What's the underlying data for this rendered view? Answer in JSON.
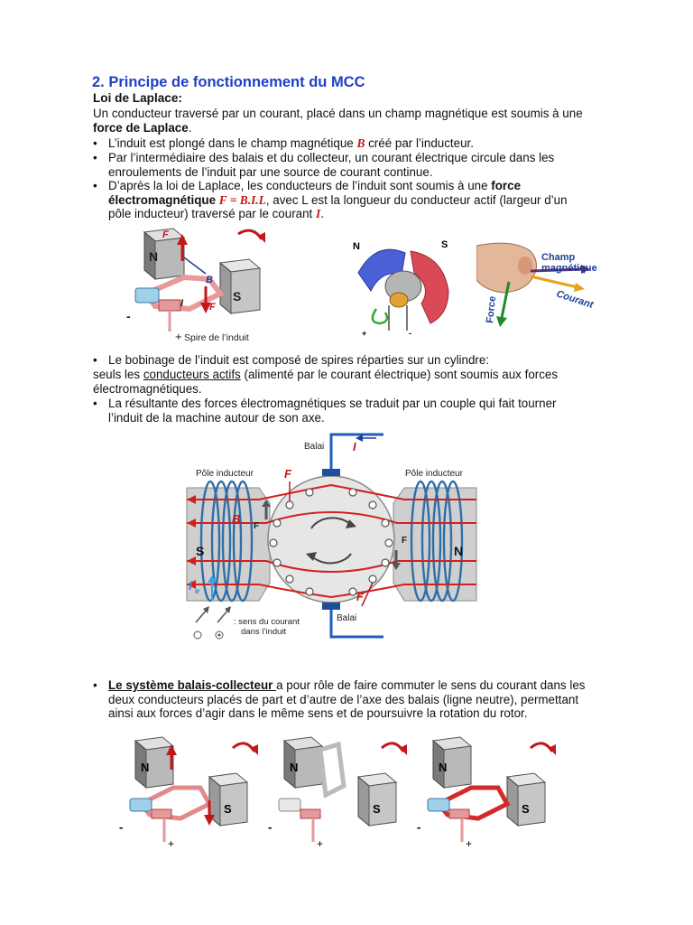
{
  "section_title": "2. Principe de fonctionnement du MCC",
  "laplace": {
    "heading": "Loi de Laplace:",
    "intro_1": "Un conducteur traversé par un courant, placé dans un champ magnétique est soumis à une",
    "intro_2_bold": "force de Laplace",
    "intro_2_end": "."
  },
  "bullets_1": [
    {
      "a": "L’induit est plongé dans le champ magnétique ",
      "sym": "B",
      "b": " créé par l’inducteur."
    },
    {
      "line1": "Par l’intermédiaire des balais et du collecteur, un courant électrique circule dans les",
      "line2": "enroulements de l’induit par une source de courant continue."
    }
  ],
  "bullet_3": {
    "l1a": "D’après la loi de Laplace, les conducteurs de l’induit sont soumis à une ",
    "l1b": "force",
    "l2a": "électromagnétique ",
    "formula": "F = B.I.L",
    "l2b": ", avec L est la longueur du conducteur actif (largeur d’un",
    "l3a": "pôle inducteur) traversé par le courant ",
    "l3sym": "I",
    "l3b": "."
  },
  "figure1": {
    "label_N": "N",
    "label_S": "S",
    "label_F": "F",
    "label_B": "B",
    "label_I": "I",
    "minus": "-",
    "plus": "+",
    "spire": "Spire de l’induit"
  },
  "figure2": {
    "label_N": "N",
    "label_S": "S",
    "plus": "+",
    "minus": "-"
  },
  "figure3": {
    "champ_1": "Champ",
    "champ_2": "magnétique",
    "courant": "Courant",
    "force": "Force"
  },
  "bobinage": {
    "l1": "Le bobinage de l’induit est composé de spires réparties sur un cylindre:",
    "l2a": "seuls les ",
    "l2u": "conducteurs actifs",
    "l2b": " (alimenté par le courant électrique) sont soumis aux forces",
    "l3": "électromagnétiques.",
    "l4": "La résultante des forces électromagnétiques se traduit par un couple qui fait tourner",
    "l5": "l’induit de la machine autour de son axe."
  },
  "figure4": {
    "balai_top": "Balai",
    "balai_bottom": "Balai",
    "pole_left": "Pôle inducteur",
    "pole_right": "Pôle inducteur",
    "label_I": "I",
    "label_F": "F",
    "label_B": "B",
    "label_Ie": "I",
    "label_Ie_sub": "e",
    "label_S": "S",
    "label_N": "N",
    "legend_1": ": sens du courant",
    "legend_2": "dans l’induit"
  },
  "balais": {
    "u": "Le système balais-collecteur ",
    "l1": "a pour rôle de faire commuter le sens du courant dans les",
    "l2": "deux conducteurs placés de part et d’autre de l’axe des balais (ligne neutre), permettant",
    "l3": "ainsi aux forces d’agir dans le même sens et de poursuivre la rotation du rotor."
  },
  "figure5": {
    "label_N": "N",
    "label_S": "S",
    "minus": "-",
    "plus": "+"
  },
  "colors": {
    "title": "#1f3fc6",
    "red": "#c21818",
    "blue": "#1d5fb8",
    "coil": "#2f6fa7"
  }
}
